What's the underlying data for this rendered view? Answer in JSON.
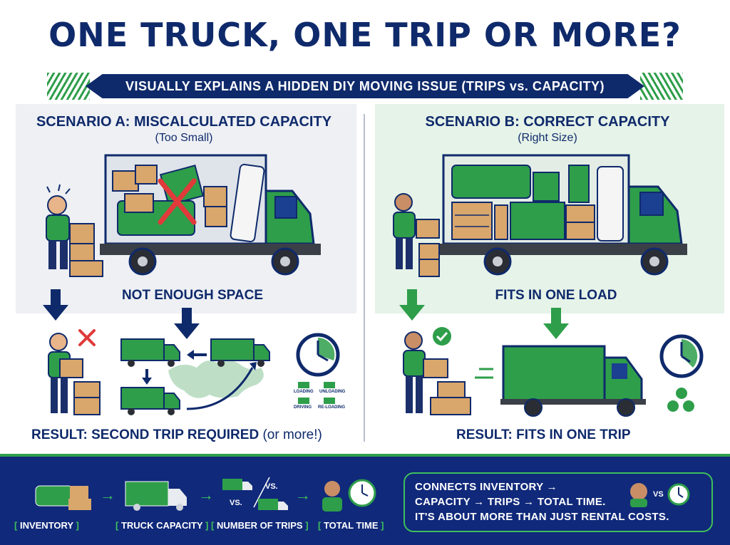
{
  "title": "ONE TRUCK, ONE TRIP OR MORE?",
  "subtitle": "VISUALLY EXPLAINS A HIDDEN DIY MOVING ISSUE (TRIPS vs. CAPACITY)",
  "scenario_a": {
    "heading": "SCENARIO A: MISCALCULATED CAPACITY",
    "subheading": "(Too Small)",
    "status": "NOT ENOUGH SPACE",
    "result_main": "RESULT: SECOND TRIP REQUIRED",
    "result_suffix": "(or more!)",
    "clock_labels": [
      "LOADING",
      "UNLOADING",
      "DRIVING",
      "RE-LOADING"
    ]
  },
  "scenario_b": {
    "heading": "SCENARIO B: CORRECT CAPACITY",
    "subheading": "(Right Size)",
    "status": "FITS IN ONE LOAD",
    "result": "RESULT: FITS IN ONE TRIP"
  },
  "footer": {
    "flow": [
      {
        "label": "INVENTORY",
        "icon": "sofa-boxes-icon"
      },
      {
        "label": "TRUCK CAPACITY",
        "icon": "truck-icon"
      },
      {
        "label": "NUMBER OF TRIPS",
        "icon": "trucks-vs-icon"
      },
      {
        "label": "TOTAL TIME",
        "icon": "person-clock-icon"
      }
    ],
    "vs_text": "VS.",
    "vs_small": "VS",
    "callout_line1": "CONNECTS INVENTORY →",
    "callout_line2": "CAPACITY → TRIPS → TOTAL TIME.",
    "callout_line3": "IT'S ABOUT MORE THAN JUST RENTAL COSTS."
  },
  "colors": {
    "navy": "#0f2a6b",
    "green": "#2e9e4a",
    "red": "#e03a3a",
    "panel_a": "#eef0f4",
    "panel_b": "#e6f3e8"
  }
}
